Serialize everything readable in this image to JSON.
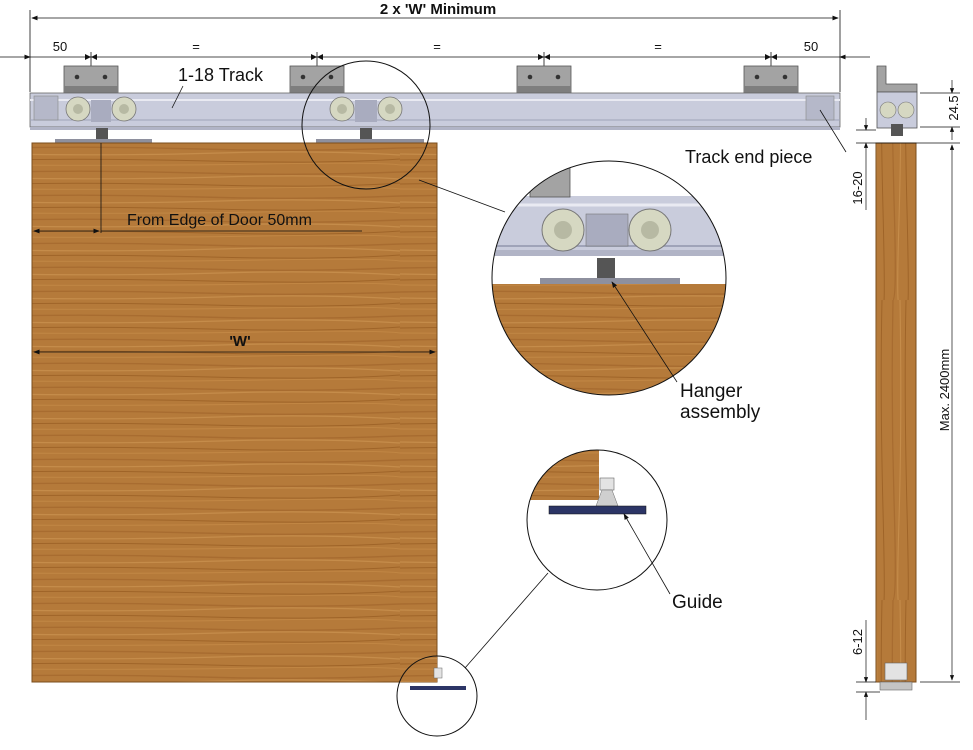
{
  "dimensions": {
    "overall": "2 x 'W' Minimum",
    "left_offset": "50",
    "right_offset": "50",
    "equal_1": "=",
    "equal_2": "=",
    "equal_3": "=",
    "door_width": "'W'",
    "track_height": "24.5",
    "gap_top": "16-20",
    "door_height": "Max. 2400mm",
    "gap_bottom": "6-12"
  },
  "labels": {
    "track": "1-18 Track",
    "track_end": "Track end piece",
    "edge_note": "From Edge of Door 50mm",
    "hanger_line1": "Hanger",
    "hanger_line2": "assembly",
    "guide": "Guide"
  },
  "colors": {
    "wood": "#b57a3a",
    "wood_dark": "#9a6128",
    "track": "#c9ccdc",
    "bracket": "#9a9a9a",
    "guide": "#2c3566"
  }
}
